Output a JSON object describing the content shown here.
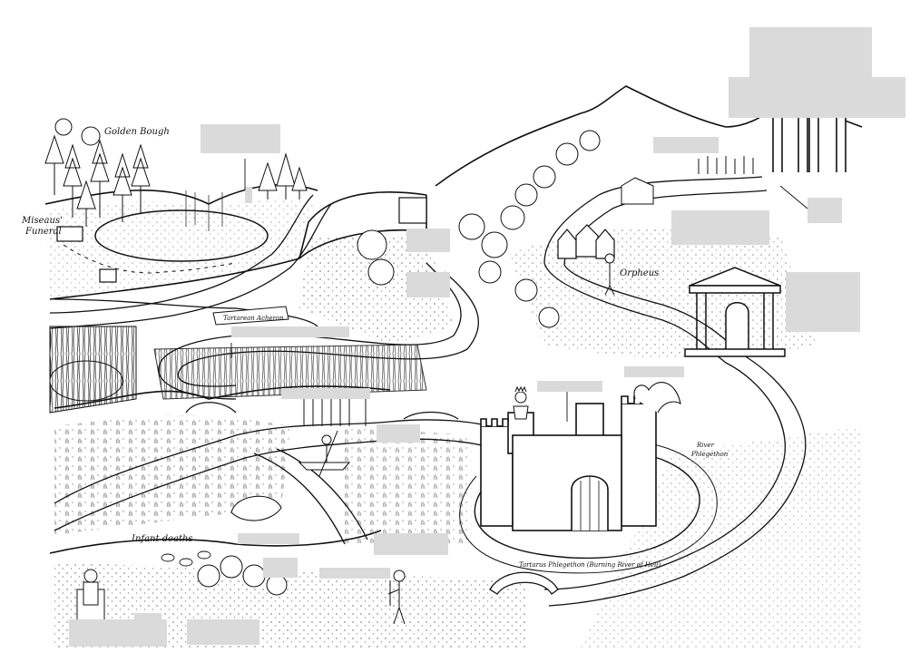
{
  "labels": {
    "golden_bough": "Golden Bough",
    "miseaus_funeral_line1": "Miseaus'",
    "miseaus_funeral_line2": "Funeral",
    "tartarean_acheron": "Tartarean Acheron",
    "orpheus": "Orpheus",
    "river_phlegethon_line1": "River",
    "river_phlegethon_line2": "Phlegethon",
    "infant_deaths": "Infant deaths",
    "tartarus_caption": "Tartarus Phlegethon (Burning River of Hell)"
  },
  "colors": {
    "ink": "#111111",
    "paper": "#ffffff",
    "blank_label": "#dadada"
  },
  "blank_label_count": 22
}
